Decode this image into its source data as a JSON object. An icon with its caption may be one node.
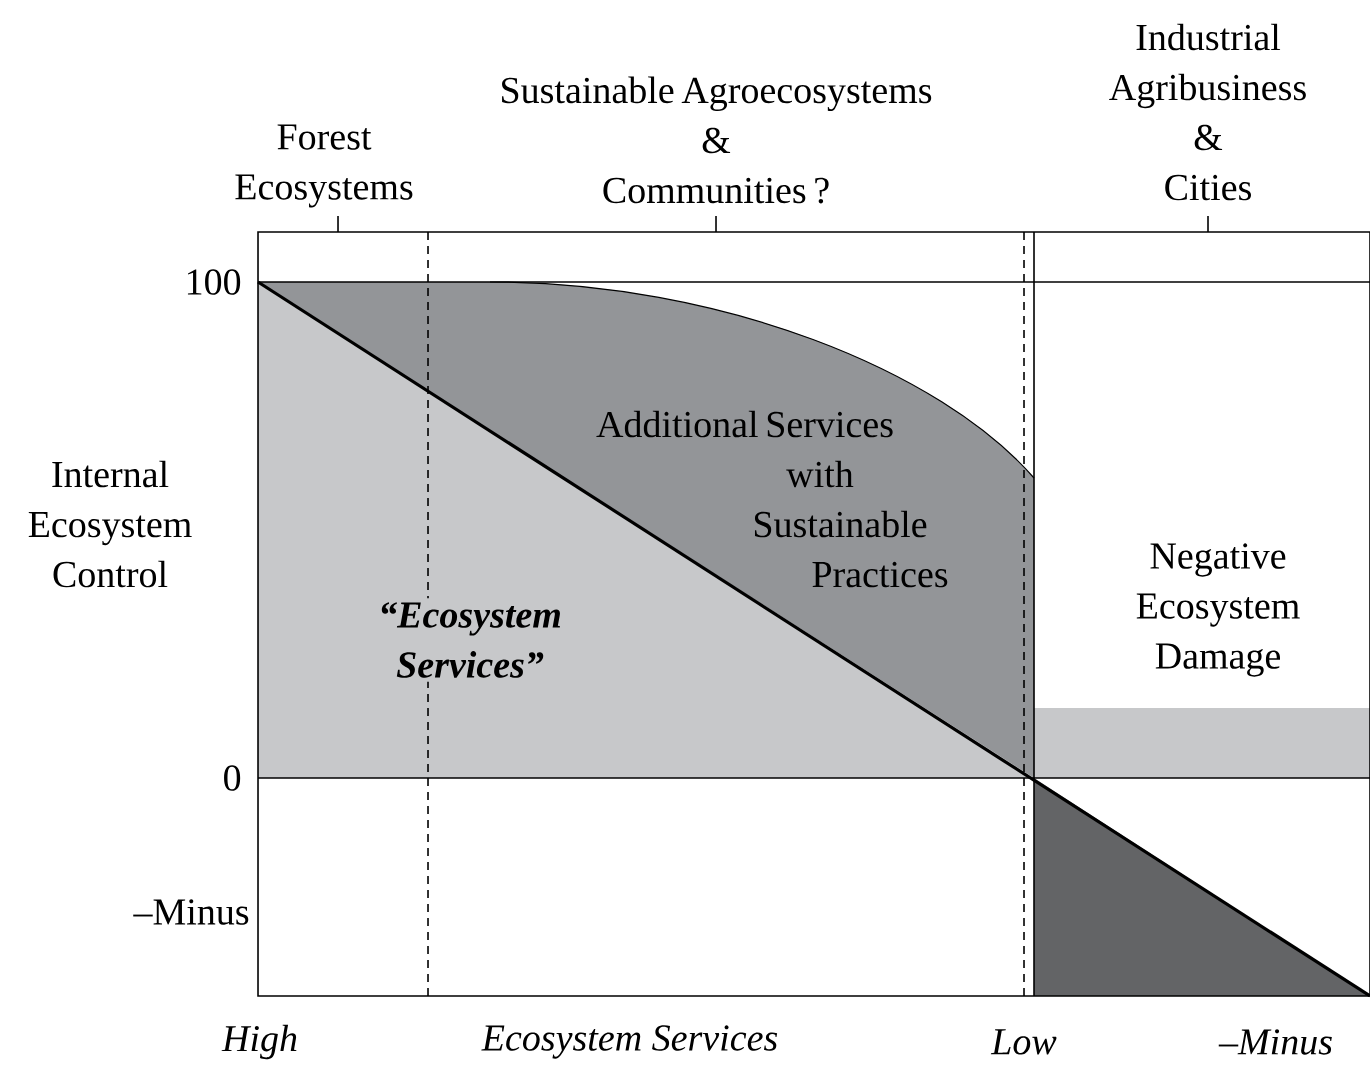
{
  "diagram": {
    "labels": [
      "Industrial Agribusiness & Cities",
      "Sustainable Agroecosystems & Communities ?",
      "Forest Ecosystems",
      "100",
      "Additional Services with Sustainable Practices",
      "Internal Ecosystem Control",
      "Negative Ecosystem Damage",
      "“Ecosystem Services”",
      "0",
      "–Minus",
      "High",
      "Ecosystem Services",
      "Low",
      "–Minus"
    ]
  }
}
